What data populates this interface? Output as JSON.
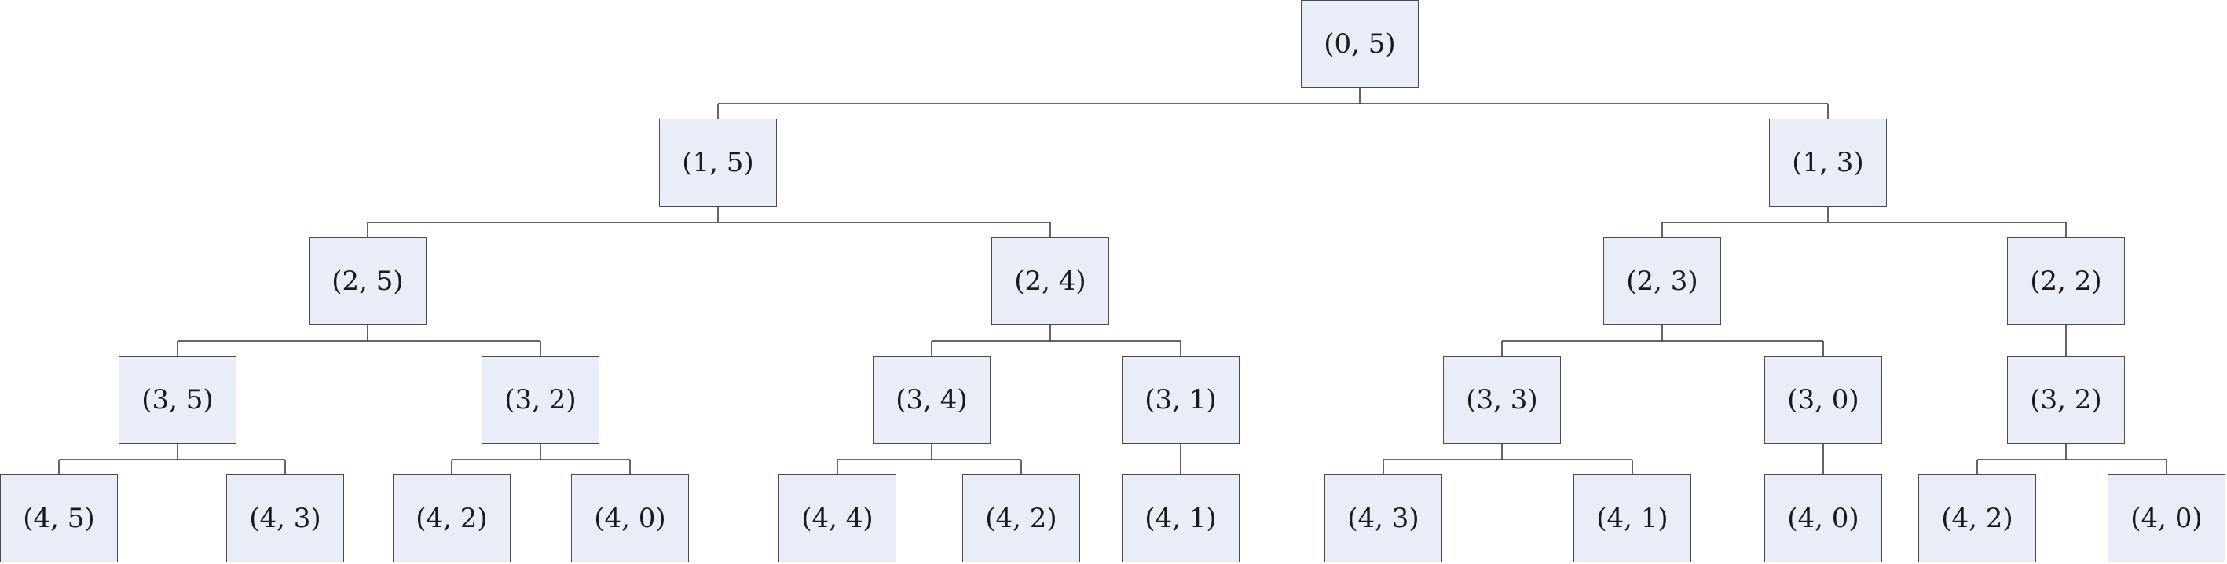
{
  "tree": {
    "nodes": [
      {
        "id": "n0",
        "label": "(0, 5)",
        "parent": null
      },
      {
        "id": "n1",
        "label": "(1, 5)",
        "parent": "n0"
      },
      {
        "id": "n2",
        "label": "(1, 3)",
        "parent": "n0"
      },
      {
        "id": "n3",
        "label": "(2, 5)",
        "parent": "n1"
      },
      {
        "id": "n4",
        "label": "(2, 4)",
        "parent": "n1"
      },
      {
        "id": "n5",
        "label": "(2, 3)",
        "parent": "n2"
      },
      {
        "id": "n6",
        "label": "(2, 2)",
        "parent": "n2"
      },
      {
        "id": "n7",
        "label": "(3, 5)",
        "parent": "n3"
      },
      {
        "id": "n8",
        "label": "(3, 2)",
        "parent": "n3"
      },
      {
        "id": "n9",
        "label": "(3, 4)",
        "parent": "n4"
      },
      {
        "id": "n10",
        "label": "(3, 1)",
        "parent": "n4"
      },
      {
        "id": "n11",
        "label": "(3, 3)",
        "parent": "n5"
      },
      {
        "id": "n12",
        "label": "(3, 0)",
        "parent": "n5"
      },
      {
        "id": "n13",
        "label": "(3, 2)",
        "parent": "n6"
      },
      {
        "id": "n14",
        "label": "(4, 5)",
        "parent": "n7"
      },
      {
        "id": "n15",
        "label": "(4, 3)",
        "parent": "n7"
      },
      {
        "id": "n16",
        "label": "(4, 2)",
        "parent": "n8"
      },
      {
        "id": "n17",
        "label": "(4, 0)",
        "parent": "n8"
      },
      {
        "id": "n18",
        "label": "(4, 4)",
        "parent": "n9"
      },
      {
        "id": "n19",
        "label": "(4, 2)",
        "parent": "n9"
      },
      {
        "id": "n20",
        "label": "(4, 1)",
        "parent": "n10"
      },
      {
        "id": "n21",
        "label": "(4, 3)",
        "parent": "n11"
      },
      {
        "id": "n22",
        "label": "(4, 1)",
        "parent": "n11"
      },
      {
        "id": "n23",
        "label": "(4, 0)",
        "parent": "n12"
      },
      {
        "id": "n24",
        "label": "(4, 2)",
        "parent": "n13"
      },
      {
        "id": "n25",
        "label": "(4, 0)",
        "parent": "n13"
      }
    ]
  },
  "colors": {
    "node_fill": "#e8edf7",
    "node_border": "#4a4a4a",
    "edge": "#333333"
  }
}
